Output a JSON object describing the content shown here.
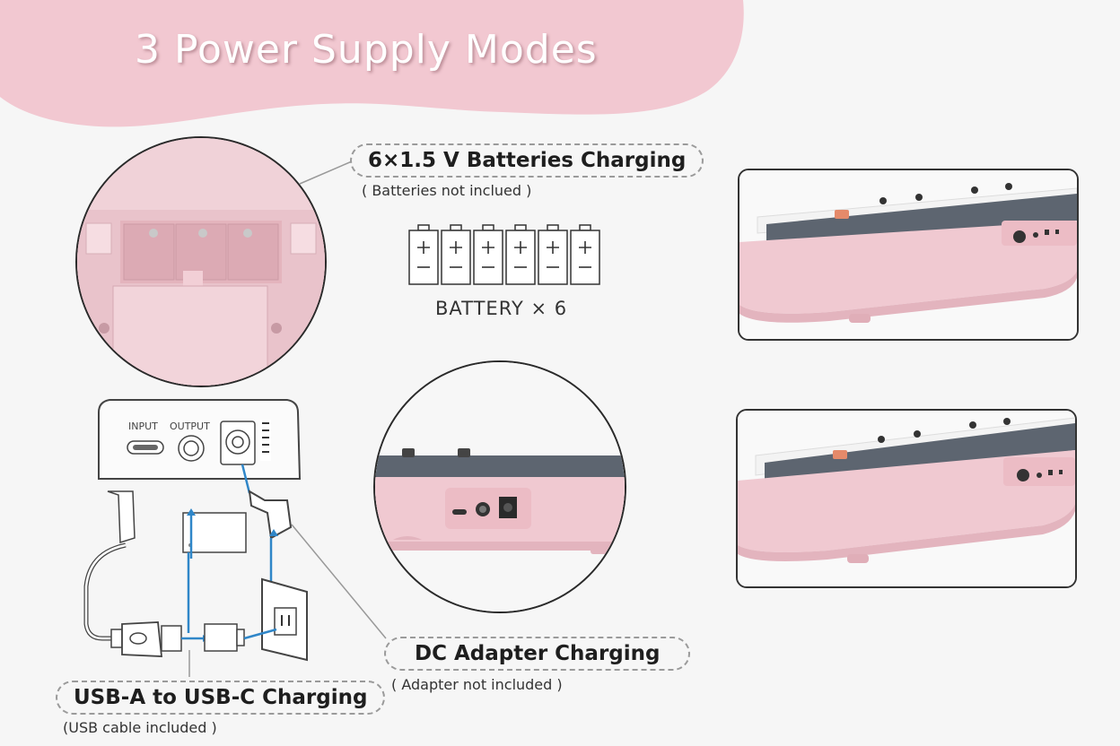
{
  "title": "3 Power Supply Modes",
  "modes": {
    "battery": {
      "label": "6×1.5 V Batteries Charging",
      "note": "( Batteries not inclued )",
      "battery_count_label": "BATTERY × 6",
      "battery_count": 6
    },
    "dc": {
      "label": "DC Adapter Charging",
      "note": "( Adapter not included )"
    },
    "usb": {
      "label": "USB-A to USB-C Charging",
      "note": "(USB cable included )"
    }
  },
  "panel": {
    "input_label": "INPUT",
    "output_label": "OUTPUT"
  },
  "colors": {
    "banner_pink": "#f2c8d1",
    "keyboard_pink": "#f0c9d1",
    "panel_gray": "#5d6570",
    "line_blue": "#2f86c8"
  }
}
